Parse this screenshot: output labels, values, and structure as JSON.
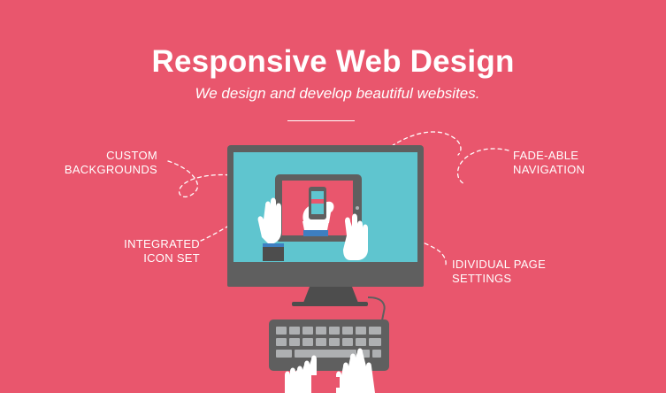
{
  "header": {
    "title": "Responsive Web Design",
    "subtitle": "We design and develop beautiful websites."
  },
  "callouts": {
    "custom_backgrounds": [
      "CUSTOM",
      "BACKGROUNDS"
    ],
    "integrated_icon_set": [
      "INTEGRATED",
      "ICON SET"
    ],
    "fadeable_navigation": [
      "FADE-ABLE",
      "NAVIGATION"
    ],
    "individual_page_settings": [
      "IDIVIDUAL PAGE",
      "SETTINGS"
    ]
  },
  "colors": {
    "background": "#e9566d",
    "screen": "#5fc5cf",
    "device_frame": "#5f5f5f",
    "keyboard_keys": "#aeb0b2",
    "text": "#ffffff"
  },
  "icons": [
    "monitor-icon",
    "tablet-icon",
    "phone-icon",
    "keyboard-icon",
    "hand-icon"
  ]
}
